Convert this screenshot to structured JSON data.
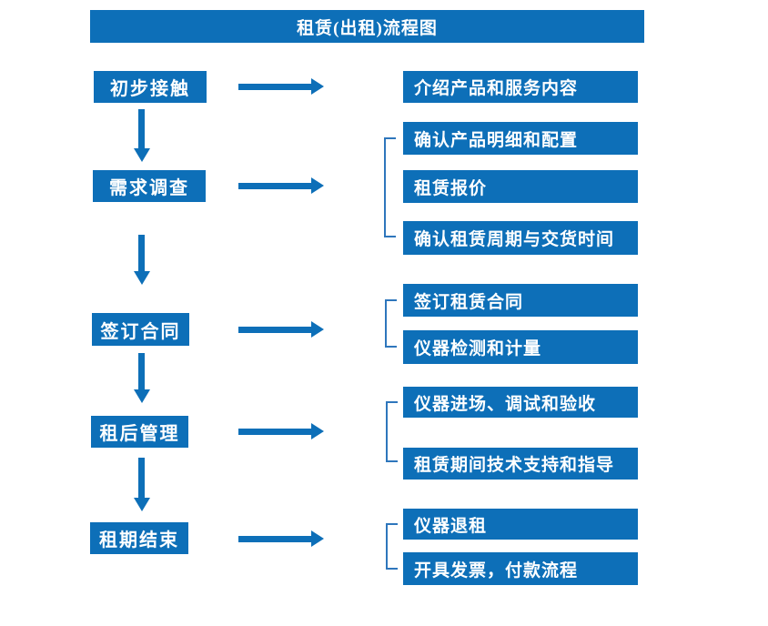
{
  "title": "租赁(出租)流程图",
  "colors": {
    "box_fill": "#0D6FB8",
    "bracket_line": "#2E76BC",
    "text": "#FFFFFF",
    "background": "#FFFFFF"
  },
  "stages": [
    {
      "label": "初步接触",
      "outputs": [
        "介绍产品和服务内容"
      ]
    },
    {
      "label": "需求调查",
      "outputs": [
        "确认产品明细和配置",
        "租赁报价",
        "确认租赁周期与交货时间"
      ]
    },
    {
      "label": "签订合同",
      "outputs": [
        "签订租赁合同",
        "仪器检测和计量"
      ]
    },
    {
      "label": "租后管理",
      "outputs": [
        "仪器进场、调试和验收",
        "租赁期间技术支持和指导"
      ]
    },
    {
      "label": "租期结束",
      "outputs": [
        "仪器退租",
        "开具发票，付款流程"
      ]
    }
  ]
}
